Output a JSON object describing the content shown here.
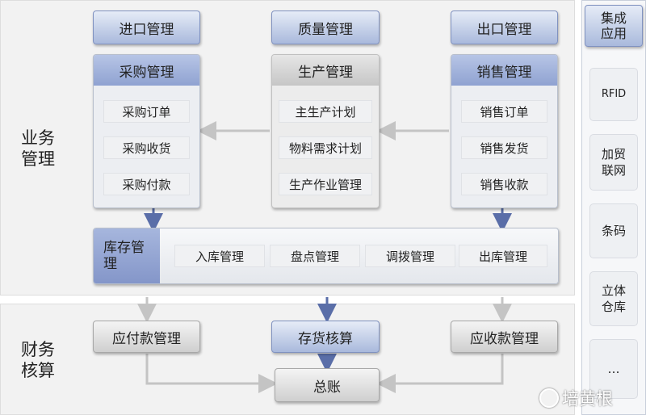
{
  "sections": {
    "business": "业务管理",
    "finance": "财务核算"
  },
  "top": {
    "import": "进口管理",
    "quality": "质量管理",
    "export": "出口管理"
  },
  "purchase": {
    "title": "采购管理",
    "items": [
      "采购订单",
      "采购收货",
      "采购付款"
    ]
  },
  "production": {
    "title": "生产管理",
    "items": [
      "主生产计划",
      "物料需求计划",
      "生产作业管理"
    ]
  },
  "sales": {
    "title": "销售管理",
    "items": [
      "销售订单",
      "销售发货",
      "销售收款"
    ]
  },
  "inventory": {
    "title": "库存管理",
    "items": [
      "入库管理",
      "盘点管理",
      "调拨管理",
      "出库管理"
    ]
  },
  "finance": {
    "payable": "应付款管理",
    "stock": "存货核算",
    "receivable": "应收款管理",
    "ledger": "总账"
  },
  "sidebar": {
    "title": "集成应用",
    "items": [
      "RFID",
      "加贸联网",
      "条码",
      "立体仓库",
      "…"
    ]
  },
  "watermark": "培黄根"
}
